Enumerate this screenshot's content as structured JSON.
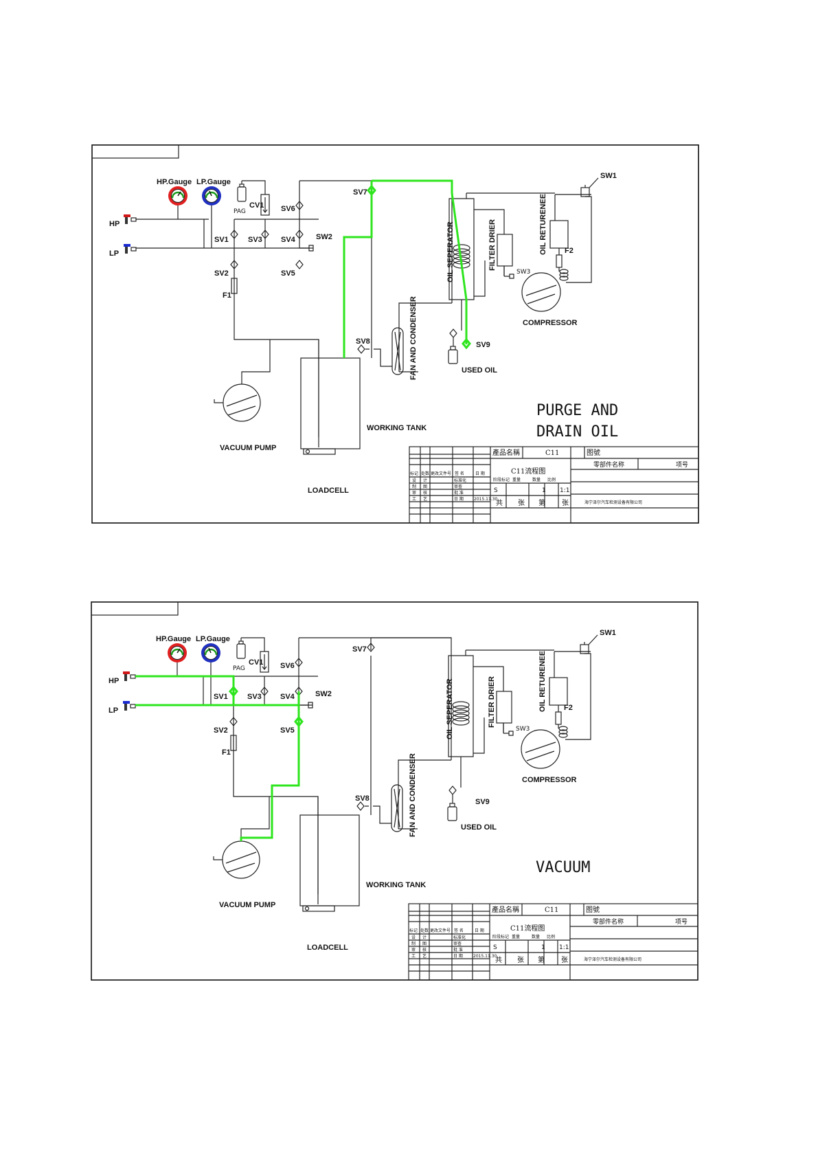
{
  "diagrams": [
    {
      "mode_title_line1": "PURGE AND",
      "mode_title_line2": "DRAIN OIL",
      "labels": {
        "hp_gauge": "HP.Gauge",
        "lp_gauge": "LP.Gauge",
        "hp": "HP",
        "lp": "LP",
        "pag": "PAG",
        "cv1": "CV1",
        "sv1": "SV1",
        "sv2": "SV2",
        "sv3": "SV3",
        "sv4": "SV4",
        "sv5": "SV5",
        "sv6": "SV6",
        "sv7": "SV7",
        "sv8": "SV8",
        "sv9": "SV9",
        "sw1": "SW1",
        "sw2": "SW2",
        "sw3": "SW3",
        "f1": "F1",
        "f2": "F2",
        "oil_separator": "OIL SEPERATOR",
        "filter_drier": "FILTER DRIER",
        "oil_returenee": "OIL RETURENEE",
        "compressor": "COMPRESSOR",
        "fan_condenser": "FAN AND CONDENSER",
        "used_oil": "USED OIL",
        "working_tank": "WORKING TANK",
        "loadcell": "LOADCELL",
        "vacuum_pump": "VACUUM PUMP"
      },
      "title_block": {
        "name_label": "產品名稱",
        "model": "C11",
        "drawing_no_label": "图號",
        "drawing_name": "C11流程图",
        "part_label": "零部件名称",
        "item_no": "项号",
        "rev_headers": [
          "标记",
          "处数",
          "更改文件号",
          "签 名",
          "日 期"
        ],
        "rows": [
          [
            "设",
            "计",
            "标准化"
          ],
          [
            "制",
            "图",
            "审查"
          ],
          [
            "审",
            "核",
            "批 准"
          ],
          [
            "工",
            "艺",
            "日 期"
          ]
        ],
        "date": "2015.11.30",
        "mid_headers": [
          "阶段标记",
          "重量",
          "数量",
          "比例"
        ],
        "stage": "S",
        "qty": "1",
        "scale": "1:1",
        "sheet_text": [
          "共",
          "张",
          "第",
          "张"
        ],
        "company": "海宁泽尔汽车检测设备有限公司"
      }
    },
    {
      "mode_title_line1": "VACUUM",
      "mode_title_line2": "",
      "labels": {
        "hp_gauge": "HP.Gauge",
        "lp_gauge": "LP.Gauge",
        "hp": "HP",
        "lp": "LP",
        "pag": "PAG",
        "cv1": "CV1",
        "sv1": "SV1",
        "sv2": "SV2",
        "sv3": "SV3",
        "sv4": "SV4",
        "sv5": "SV5",
        "sv6": "SV6",
        "sv7": "SV7",
        "sv8": "SV8",
        "sv9": "SV9",
        "sw1": "SW1",
        "sw2": "SW2",
        "sw3": "SW3",
        "f1": "F1",
        "f2": "F2",
        "oil_separator": "OIL SEPERATOR",
        "filter_drier": "FILTER DRIER",
        "oil_returenee": "OIL RETURENEE",
        "compressor": "COMPRESSOR",
        "fan_condenser": "FAN AND CONDENSER",
        "used_oil": "USED OIL",
        "working_tank": "WORKING TANK",
        "loadcell": "LOADCELL",
        "vacuum_pump": "VACUUM PUMP"
      },
      "title_block": {
        "name_label": "產品名稱",
        "model": "C11",
        "drawing_no_label": "图號",
        "drawing_name": "C11流程图",
        "part_label": "零部件名称",
        "item_no": "项号",
        "rev_headers": [
          "标记",
          "处数",
          "更改文件号",
          "签 名",
          "日 期"
        ],
        "rows": [
          [
            "设",
            "计",
            "标准化"
          ],
          [
            "制",
            "图",
            "审查"
          ],
          [
            "审",
            "核",
            "批 准"
          ],
          [
            "工",
            "艺",
            "日 期"
          ]
        ],
        "date": "2015.11.30",
        "mid_headers": [
          "阶段标记",
          "重量",
          "数量",
          "比例"
        ],
        "stage": "S",
        "qty": "1",
        "scale": "1:1",
        "sheet_text": [
          "共",
          "张",
          "第",
          "张"
        ],
        "company": "海宁泽尔汽车检测设备有限公司"
      }
    }
  ],
  "colors": {
    "active_flow": "#2ee51e",
    "line": "#222222",
    "hp_gauge_ring": "#e02020",
    "lp_gauge_ring": "#2030c0",
    "hp_fitting": "#d01818",
    "lp_fitting": "#1a2ad0"
  }
}
